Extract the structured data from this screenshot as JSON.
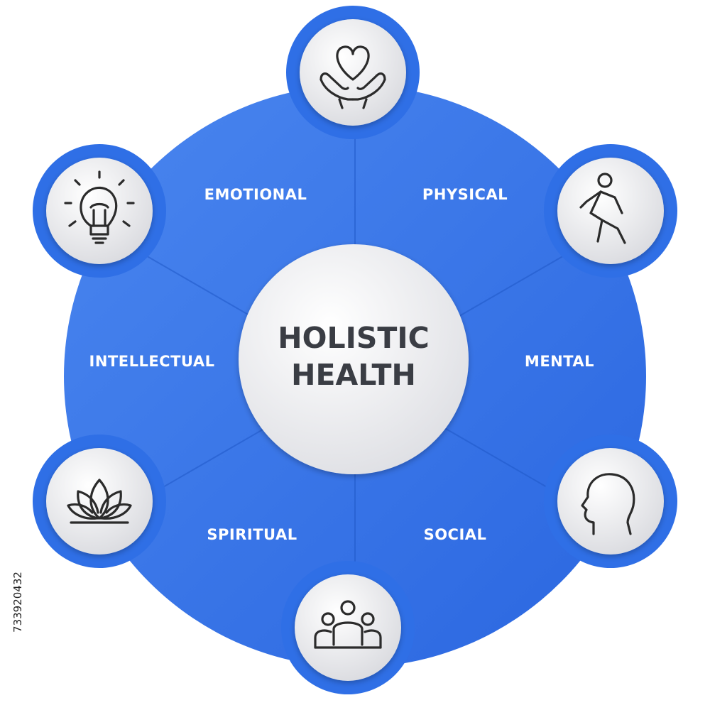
{
  "title": {
    "line1": "HOLISTIC",
    "line2": "HEALTH"
  },
  "segments": [
    {
      "label": "EMOTIONAL",
      "icon": "idea-bulb-icon"
    },
    {
      "label": "PHYSICAL",
      "icon": "heart-in-hands-icon"
    },
    {
      "label": "MENTAL",
      "icon": "walking-person-icon"
    },
    {
      "label": "SOCIAL",
      "icon": "head-profile-icon"
    },
    {
      "label": "SPIRITUAL",
      "icon": "group-of-people-icon"
    },
    {
      "label": "INTELLECTUAL",
      "icon": "lotus-icon"
    }
  ],
  "stock_id": "733920432",
  "colors": {
    "segment_blue": "#2f6fe6",
    "segment_blue_light": "#4a86ef",
    "center_fill": "#f1f1f3",
    "title_text": "#3a3d44",
    "label_text": "#ffffff"
  }
}
